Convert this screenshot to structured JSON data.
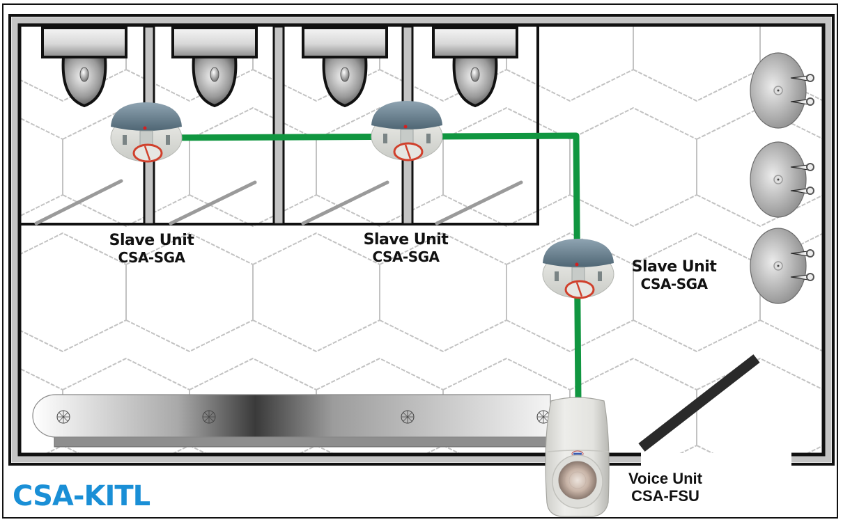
{
  "title": "CSA-KITL",
  "colors": {
    "brand": "#1a8fd6",
    "cable": "#109640",
    "wall_dark": "#111111",
    "wall_light": "#c4c4c4",
    "grid": "#bdbdbd"
  },
  "labels": {
    "slave_units": [
      {
        "name": "Slave Unit",
        "model": "CSA-SGA"
      },
      {
        "name": "Slave Unit",
        "model": "CSA-SGA"
      },
      {
        "name": "Slave Unit",
        "model": "CSA-SGA"
      }
    ],
    "voice_unit": {
      "name": "Voice Unit",
      "model": "CSA-FSU"
    }
  },
  "fixtures": {
    "toilet_cubicles": 4,
    "wash_basins": 3,
    "vanity_taps": 4,
    "slave_units": 3,
    "voice_units": 1
  },
  "icons": {
    "slave_unit": "ceiling-detector-icon",
    "voice_unit": "sounder-beacon-icon",
    "toilet": "toilet-icon",
    "basin": "wash-basin-icon",
    "tap": "tap-icon"
  }
}
